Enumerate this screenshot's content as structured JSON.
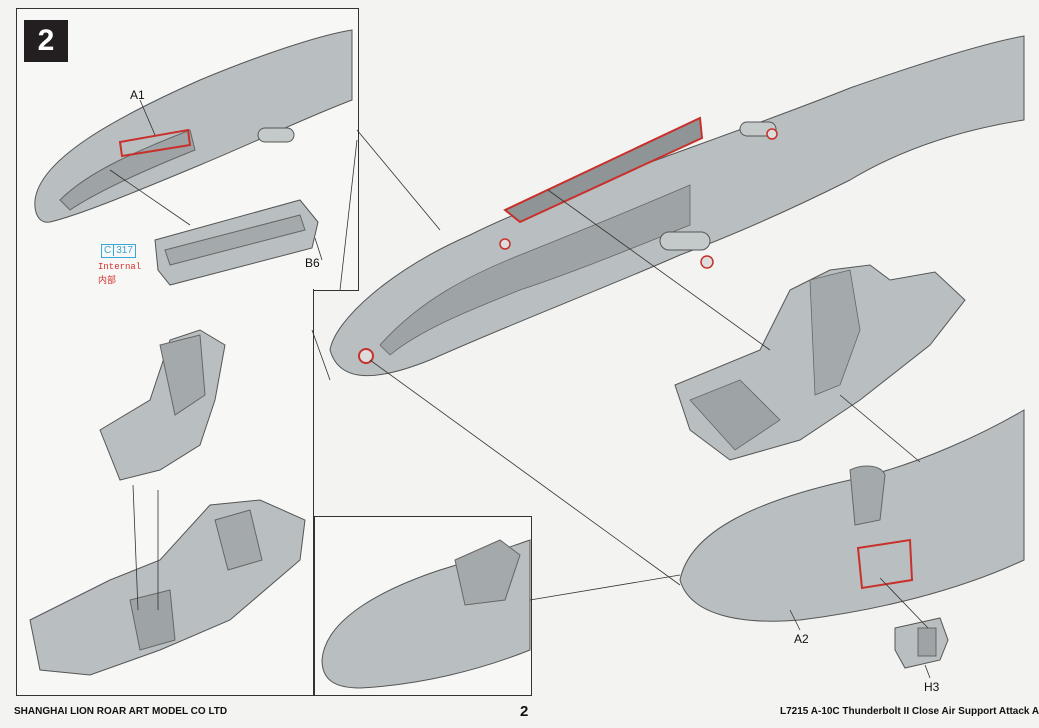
{
  "step": {
    "number": "2"
  },
  "part_labels": {
    "a1": "A1",
    "b6": "B6",
    "a2": "A2",
    "h3": "H3"
  },
  "callout": {
    "code_prefix": "C",
    "code_number": "317",
    "internal_en": "Internal",
    "internal_zh": "内部"
  },
  "footer": {
    "company": "SHANGHAI LION ROAR ART MODEL CO LTD",
    "page_number": "2",
    "product": "L7215 A-10C Thunderbolt II Close Air Support Attack A"
  },
  "colors": {
    "part_grey": "#b9bfc0",
    "part_dark": "#9ea4a5",
    "accent_red": "#c8302c",
    "callout_blue": "#3aa6d8",
    "badge_black": "#231f20"
  }
}
